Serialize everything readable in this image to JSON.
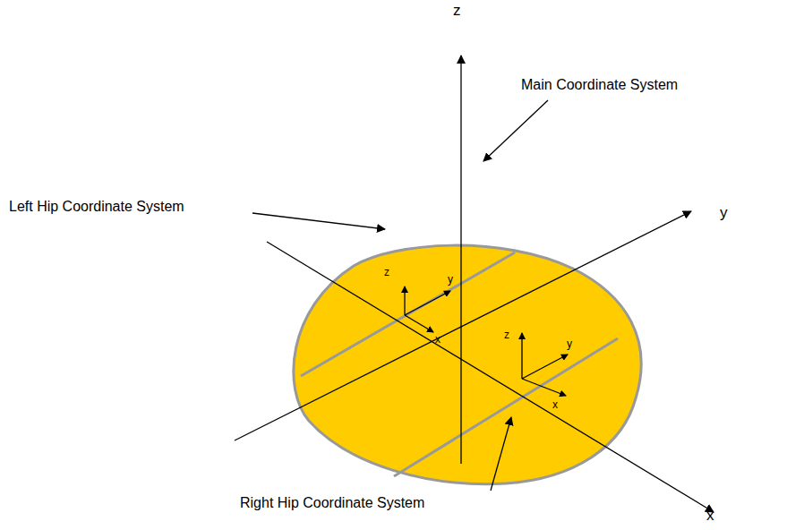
{
  "diagram": {
    "labels": [
      "z",
      "Main Coordinate System",
      "y",
      "Left Hip Coordinate System",
      "z",
      "y",
      "x",
      "z",
      "y",
      "x",
      "Right Hip Coordinate System",
      "x"
    ]
  }
}
